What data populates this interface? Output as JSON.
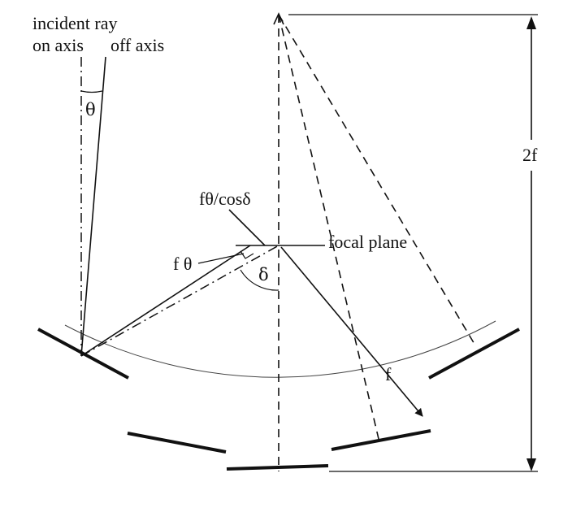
{
  "labels": {
    "incident_ray": "incident ray",
    "on_axis": "on axis",
    "off_axis": "off axis",
    "theta": "θ",
    "two_f": "2f",
    "f_theta_over_cos_delta": "fθ/cosδ",
    "focal_plane": "focal plane",
    "f_theta": "f θ",
    "delta": "δ",
    "f": "f"
  }
}
